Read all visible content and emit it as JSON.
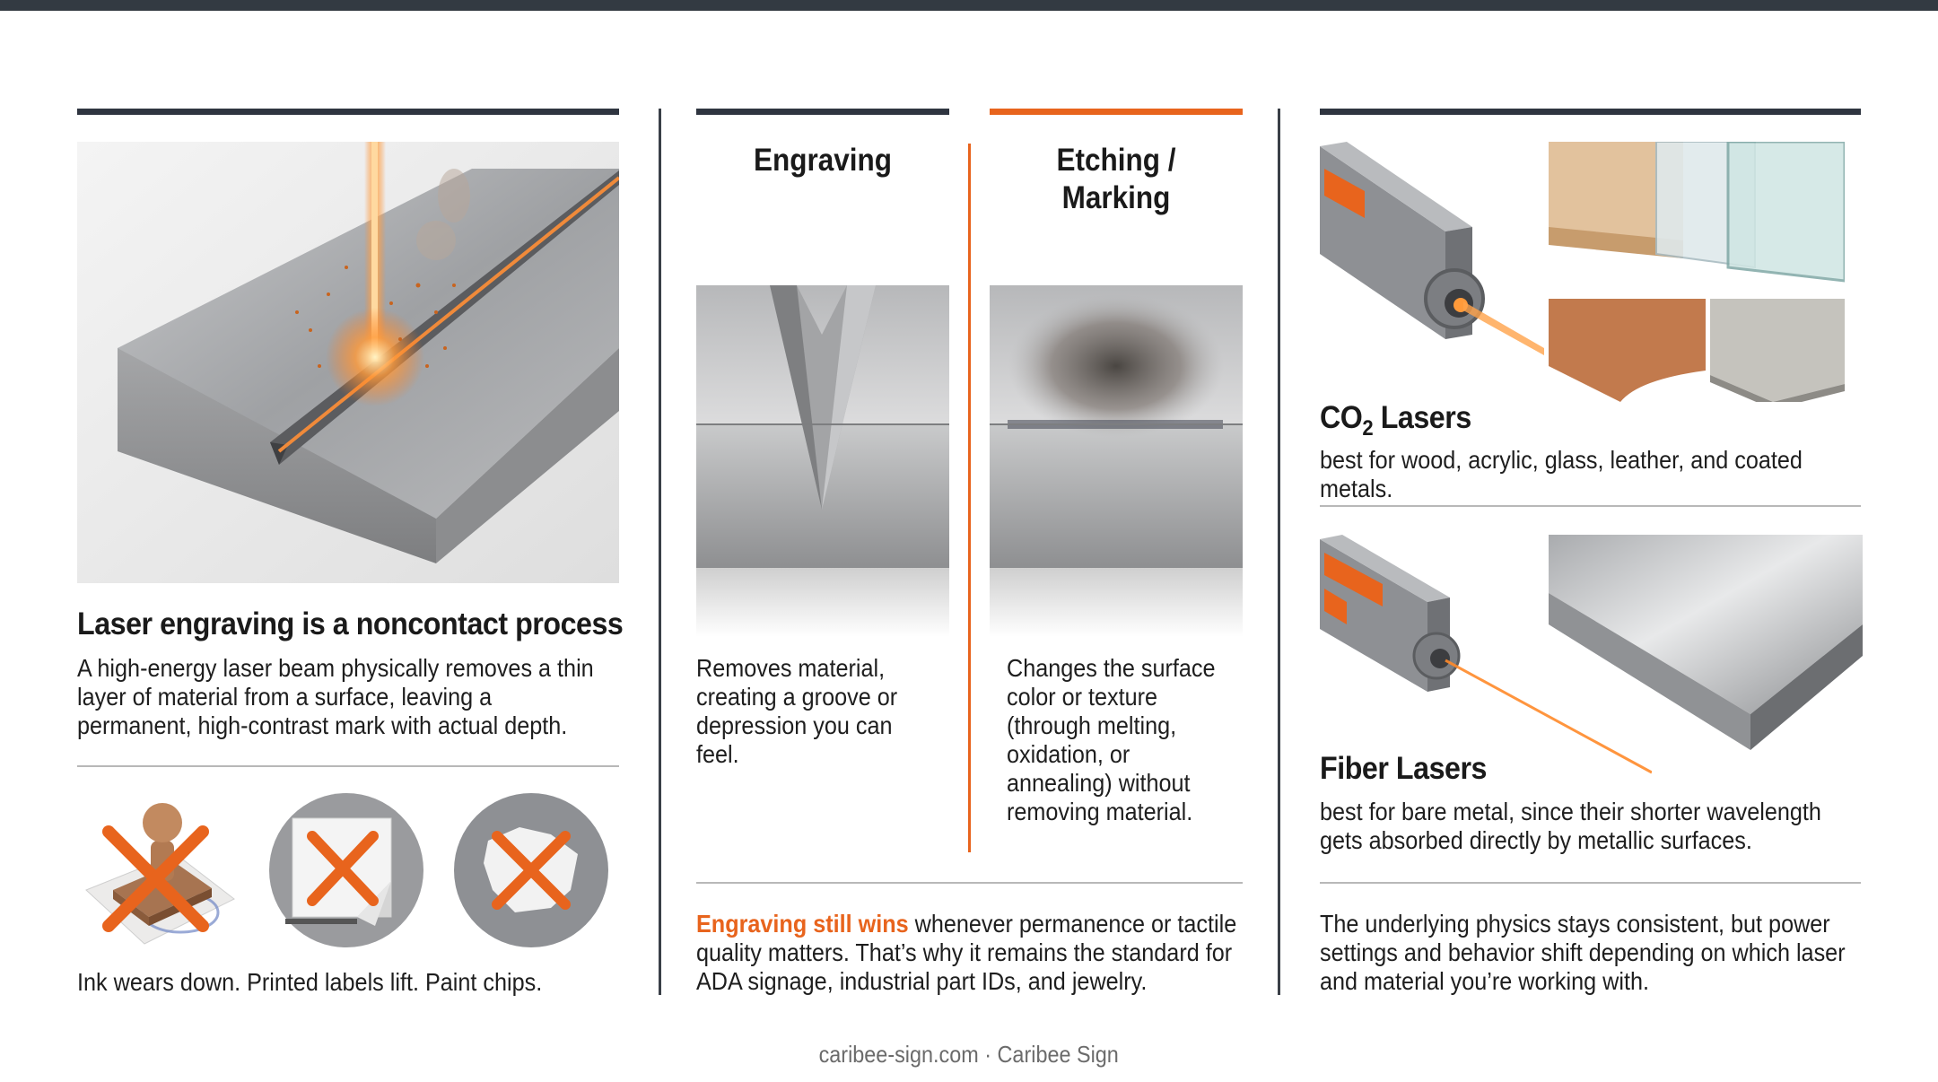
{
  "left": {
    "heading": "Laser engraving is a noncontact process",
    "description": "A high-energy laser beam physically removes a thin layer of material from a surface, leaving a permanent, high-contrast mark with actual depth.",
    "caption": "Ink wears down. Printed labels lift. Paint chips.",
    "icons": [
      "stamp-x-icon",
      "peeling-label-x-icon",
      "paint-chip-x-icon"
    ]
  },
  "middle": {
    "engraving_title": "Engraving",
    "etching_title_line1": "Etching /",
    "etching_title_line2": "Marking",
    "engraving_desc": "Removes material, creating a groove or depression you can feel.",
    "etching_desc": "Changes the surface color or texture (through melting, oxidation, or annealing) without removing material.",
    "note_highlight": "Engraving still wins",
    "note_rest": " whenever permanence or tactile quality matters. That’s why it remains the standard for ADA signage, industrial part IDs, and jewelry."
  },
  "right": {
    "co2_title_main": "CO",
    "co2_title_sub": "2",
    "co2_title_rest": " Lasers",
    "co2_desc": "best for wood, acrylic, glass, leather, and coated metals.",
    "fiber_title": "Fiber Lasers",
    "fiber_desc": "best for bare metal, since their shorter wavelength gets absorbed directly by metallic surfaces.",
    "closing": "The underlying physics stays consistent, but power settings and behavior shift depending on which laser and material you’re working with."
  },
  "footer": "caribee-sign.com · Caribee Sign",
  "colors": {
    "accent": "#e8641d",
    "dark": "#2f3540",
    "divider": "#b8b8b8"
  }
}
